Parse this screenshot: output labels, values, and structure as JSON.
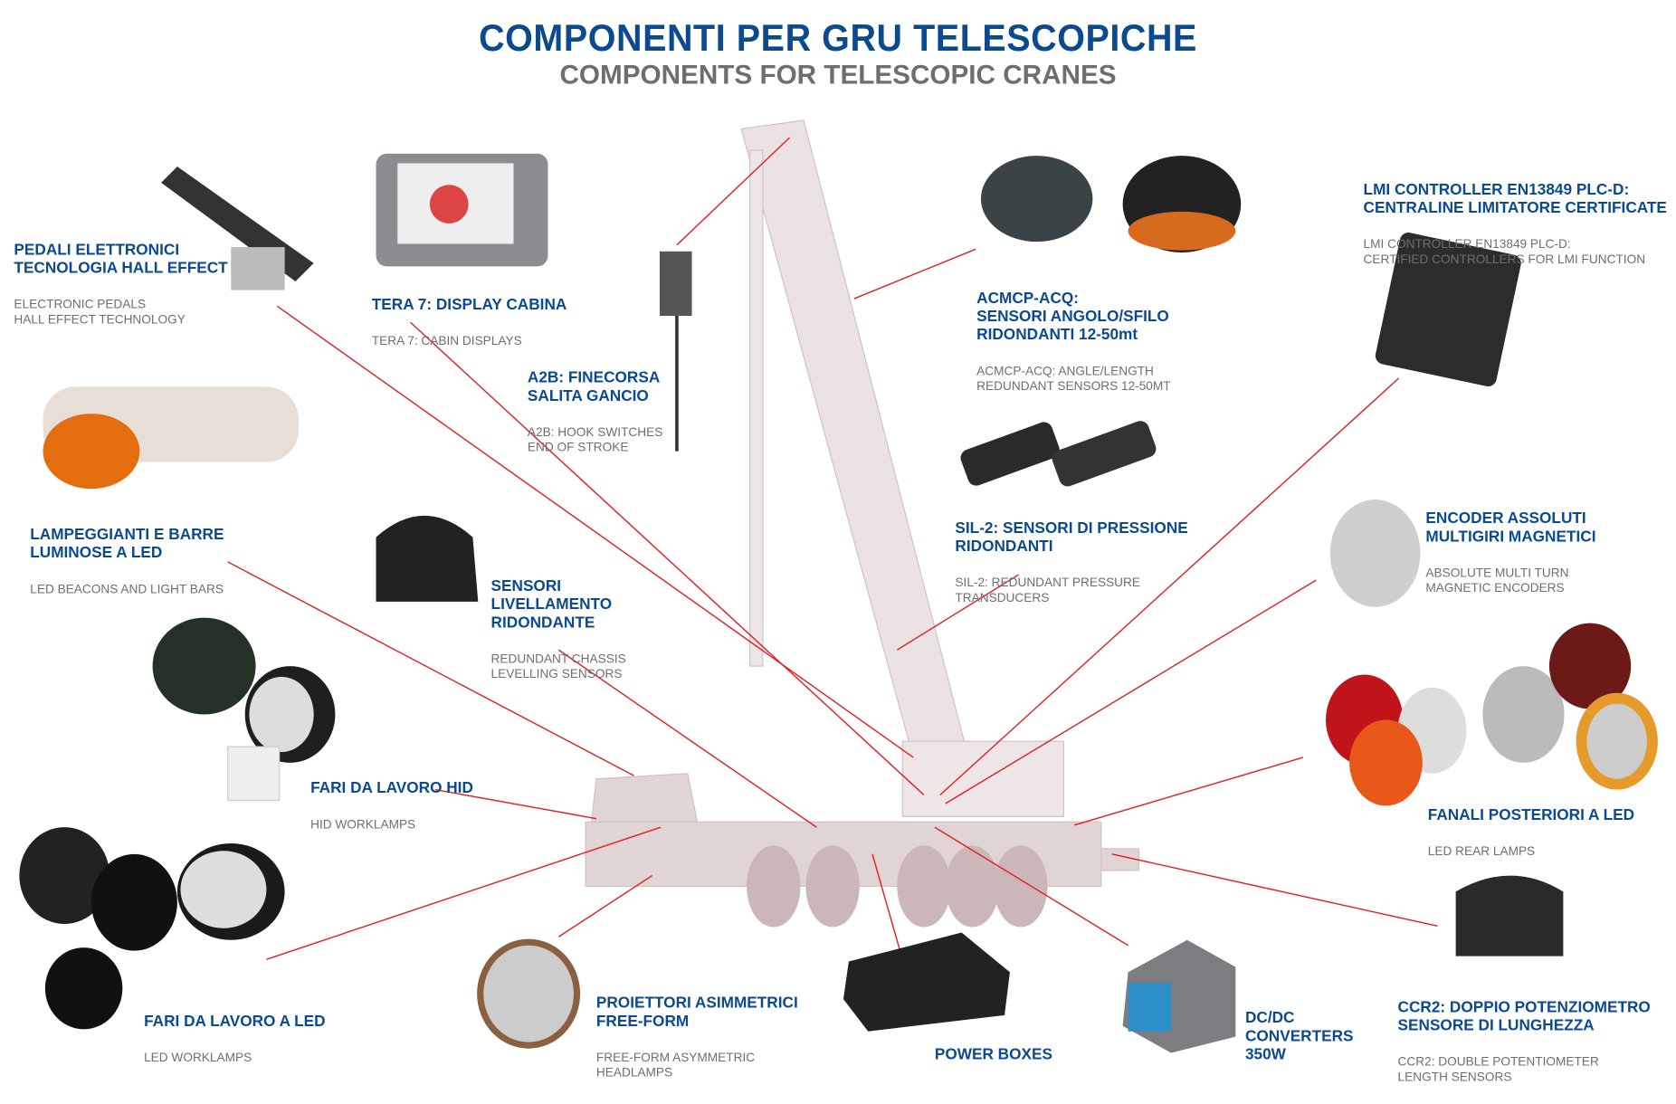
{
  "title": "COMPONENTI PER GRU TELESCOPICHE",
  "subtitle": "COMPONENTS FOR TELESCOPIC CRANES",
  "colors": {
    "brand_blue": "#0b4a8f",
    "gray_text": "#6d6e71",
    "leader_line": "#e31e24",
    "crane": "#d9c9ca"
  },
  "components": [
    {
      "title": "PEDALI ELETTRONICI\nTECNOLOGIA HALL EFFECT",
      "sub": "ELECTRONIC PEDALS\nHALL EFFECT TECHNOLOGY"
    },
    {
      "title": "TERA 7: DISPLAY CABINA",
      "sub": "TERA 7: CABIN DISPLAYS"
    },
    {
      "title": "A2B: FINECORSA\nSALITA GANCIO",
      "sub": "A2B: HOOK SWITCHES\nEND OF STROKE"
    },
    {
      "title": "ACMCP-ACQ:\nSENSORI ANGOLO/SFILO\nRIDONDANTI 12-50mt",
      "sub": "ACMCP-ACQ: ANGLE/LENGTH\nREDUNDANT SENSORS 12-50MT"
    },
    {
      "title": "LMI CONTROLLER EN13849 PLC-D:\nCENTRALINE LIMITATORE CERTIFICATE",
      "sub": "LMI CONTROLLER EN13849 PLC-D:\nCERTIFIED CONTROLLERS FOR LMI FUNCTION"
    },
    {
      "title": "LAMPEGGIANTI E BARRE\nLUMINOSE A LED",
      "sub": "LED BEACONS AND LIGHT BARS"
    },
    {
      "title": "SENSORI\nLIVELLAMENTO\nRIDONDANTE",
      "sub": "REDUNDANT CHASSIS\nLEVELLING SENSORS"
    },
    {
      "title": "SIL-2: SENSORI DI PRESSIONE\nRIDONDANTI",
      "sub": "SIL-2: REDUNDANT PRESSURE\nTRANSDUCERS"
    },
    {
      "title": "ENCODER ASSOLUTI\nMULTIGIRI MAGNETICI",
      "sub": "ABSOLUTE MULTI TURN\nMAGNETIC ENCODERS"
    },
    {
      "title": "FARI DA LAVORO HID",
      "sub": "HID WORKLAMPS"
    },
    {
      "title": "FANALI POSTERIORI A LED",
      "sub": "LED REAR LAMPS"
    },
    {
      "title": "FARI DA LAVORO A LED",
      "sub": "LED WORKLAMPS"
    },
    {
      "title": "PROIETTORI ASIMMETRICI\nFREE-FORM",
      "sub": "FREE-FORM ASYMMETRIC\nHEADLAMPS"
    },
    {
      "title": "POWER BOXES",
      "sub": ""
    },
    {
      "title": "DC/DC\nCONVERTERS\n350W",
      "sub": ""
    },
    {
      "title": "CCR2: DOPPIO POTENZIOMETRO\nSENSORE DI LUNGHEZZA",
      "sub": "CCR2: DOUBLE POTENTIOMETER\nLENGTH SENSORS"
    }
  ]
}
